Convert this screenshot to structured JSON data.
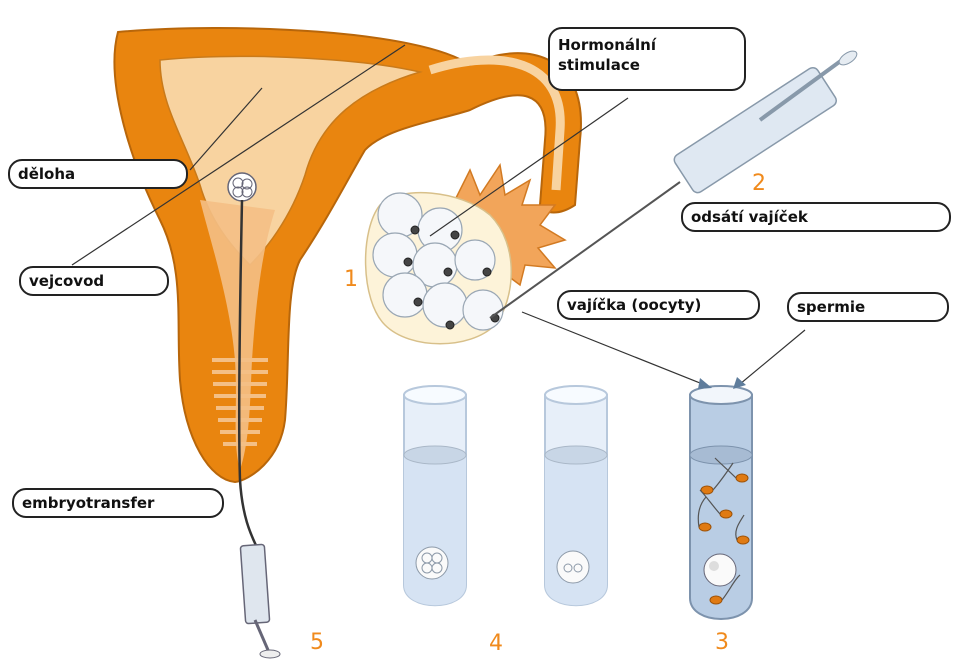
{
  "labels": {
    "deloha": "děloha",
    "vejcovod": "vejcovod",
    "embryotransfer": "embryotransfer",
    "hormonalni_line1": "Hormonální",
    "hormonalni_line2": "stimulace",
    "odsati": "odsátí vajíček",
    "vajicka": "vajíčka (oocyty)",
    "spermie": "spermie"
  },
  "steps": {
    "s1": "1",
    "s2": "2",
    "s3": "3",
    "s4": "4",
    "s5": "5"
  },
  "colors": {
    "uterus": "#e9850f",
    "uterus_light": "#f8d3a0",
    "step_number": "#f08a1c",
    "tube": "#c9dbef",
    "tube_fill": "#9fbcdc"
  }
}
